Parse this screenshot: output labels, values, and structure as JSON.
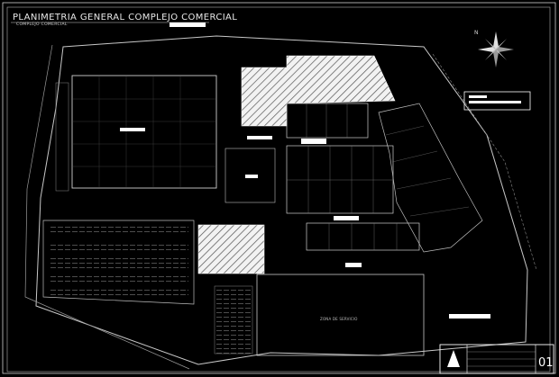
{
  "drawing": {
    "title": "PLANIMETRIA GENERAL COMPLEJO COMERCIAL",
    "subtitle": "COMPLEJO COMERCIAL",
    "sheet_number": "01",
    "zone_labels": [
      "ZONA DE SERVICIO"
    ],
    "north_arrow_label": "N"
  }
}
